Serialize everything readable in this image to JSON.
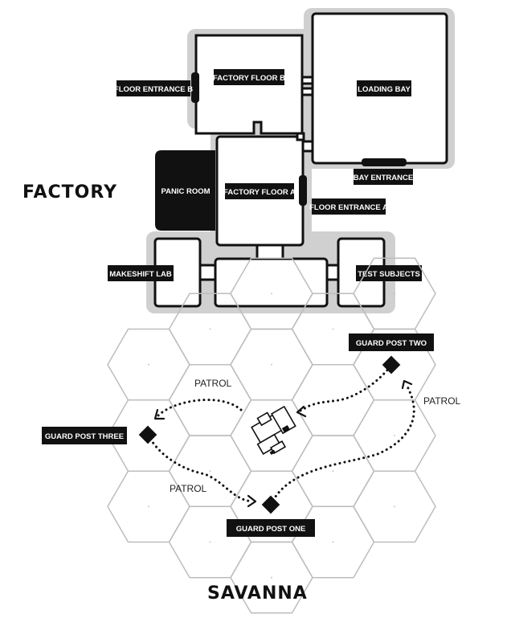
{
  "factory": {
    "title": "FACTORY",
    "rooms": {
      "floor_entrance_b": "FLOOR ENTRANCE B",
      "factory_floor_b": "FACTORY FLOOR B",
      "loading_bay": "LOADING BAY",
      "bay_entrance": "BAY ENTRANCE",
      "panic_room": "PANIC ROOM",
      "factory_floor_a": "FACTORY FLOOR A",
      "floor_entrance_a": "FLOOR ENTRANCE A",
      "makeshift_lab": "MAKESHIFT LAB",
      "test_subjects": "TEST SUBJECTS"
    }
  },
  "savanna": {
    "title": "SAVANNA",
    "posts": {
      "two": "GUARD POST TWO",
      "three": "GUARD POST THREE",
      "one": "GUARD POST ONE"
    },
    "patrols": {
      "top": "PATROL",
      "right": "PATROL",
      "bottom": "PATROL"
    }
  },
  "colors": {
    "ink": "#111111",
    "halo": "#d0d0d0",
    "hex_grid": "#bdbdbd"
  }
}
